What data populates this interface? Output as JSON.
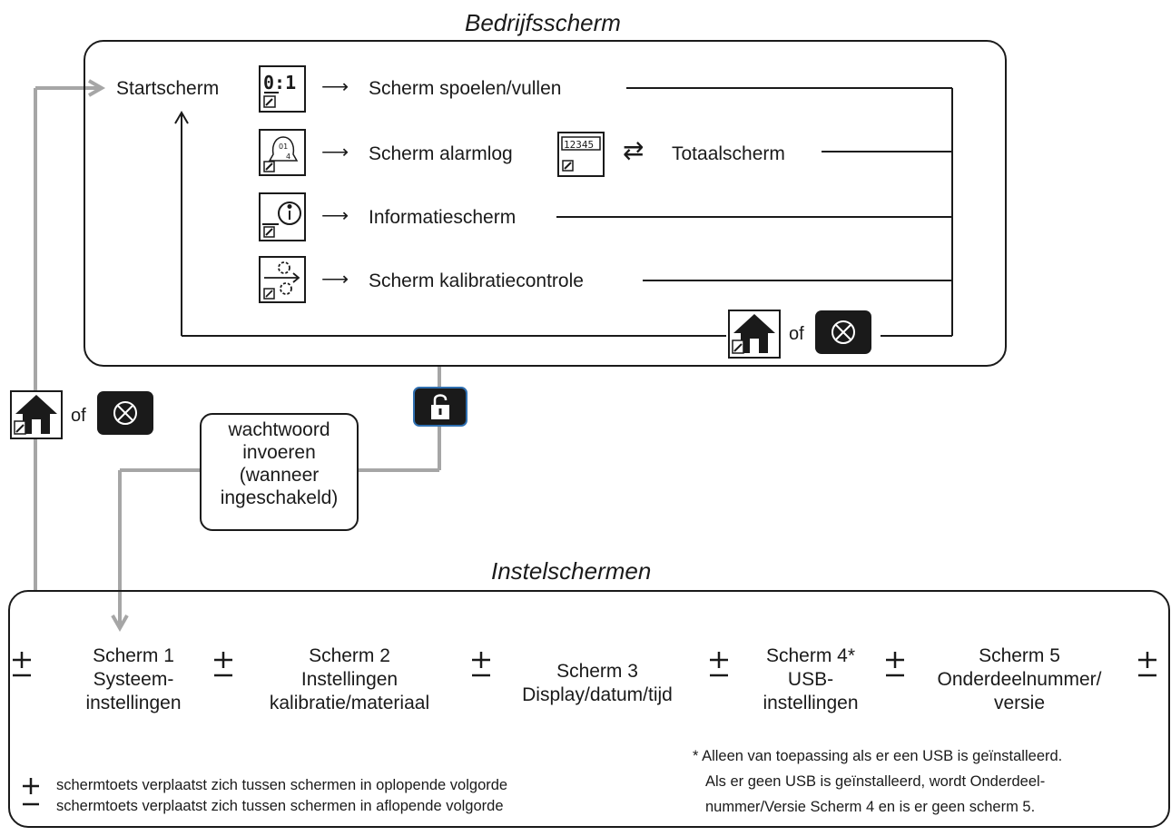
{
  "operation": {
    "title": "Bedrijfsscherm",
    "start": "Startscherm",
    "rows": [
      {
        "arrow": "⟶",
        "label": "Scherm spoelen/vullen"
      },
      {
        "arrow": "⟶",
        "label": "Scherm alarmlog"
      },
      {
        "arrow": "⟶",
        "label": "Informatiescherm"
      },
      {
        "arrow": "⟶",
        "label": "Scherm kalibratiecontrole"
      }
    ],
    "totals": {
      "arrow": "⇄",
      "label": "Totaalscherm"
    },
    "return_of": "of"
  },
  "left_return_of": "of",
  "password_bubble": [
    "wachtwoord",
    "invoeren",
    "(wanneer",
    "ingeschakeld)"
  ],
  "setup": {
    "title": "Instelschermen",
    "screens": [
      {
        "lines": [
          "Scherm 1",
          "Systeem-",
          "instellingen"
        ]
      },
      {
        "lines": [
          "Scherm 2",
          "Instellingen",
          "kalibratie/materiaal"
        ]
      },
      {
        "lines": [
          "Scherm 3",
          "Display/datum/tijd"
        ]
      },
      {
        "lines": [
          "Scherm 4*",
          "USB-",
          "instellingen"
        ]
      },
      {
        "lines": [
          "Scherm 5",
          "Onderdeelnummer/",
          "versie"
        ]
      }
    ],
    "legend": [
      "schermtoets verplaatst zich tussen schermen in oplopende volgorde",
      "schermtoets verplaatst zich tussen schermen in aflopende volgorde"
    ],
    "footnote": [
      "* Alleen van toepassing als er een USB is geïnstalleerd.",
      "Als er geen USB is geïnstalleerd, wordt Onderdeel-",
      "nummer/Versie Scherm 4 en is er geen scherm 5."
    ]
  },
  "icons": {
    "prime": "prime-fill-icon",
    "alarm": "alarm-log-icon",
    "totals": "totals-counter-icon",
    "info": "information-icon",
    "calibration": "calibration-check-icon",
    "home": "home-icon",
    "cancel": "cancel-icon",
    "lock": "unlock-icon",
    "plus_minus": "plus-minus-icon"
  },
  "colors": {
    "line": "#1a1a1a",
    "gray_path": "#a6a6a6",
    "lock_border": "#2f6fb0"
  }
}
